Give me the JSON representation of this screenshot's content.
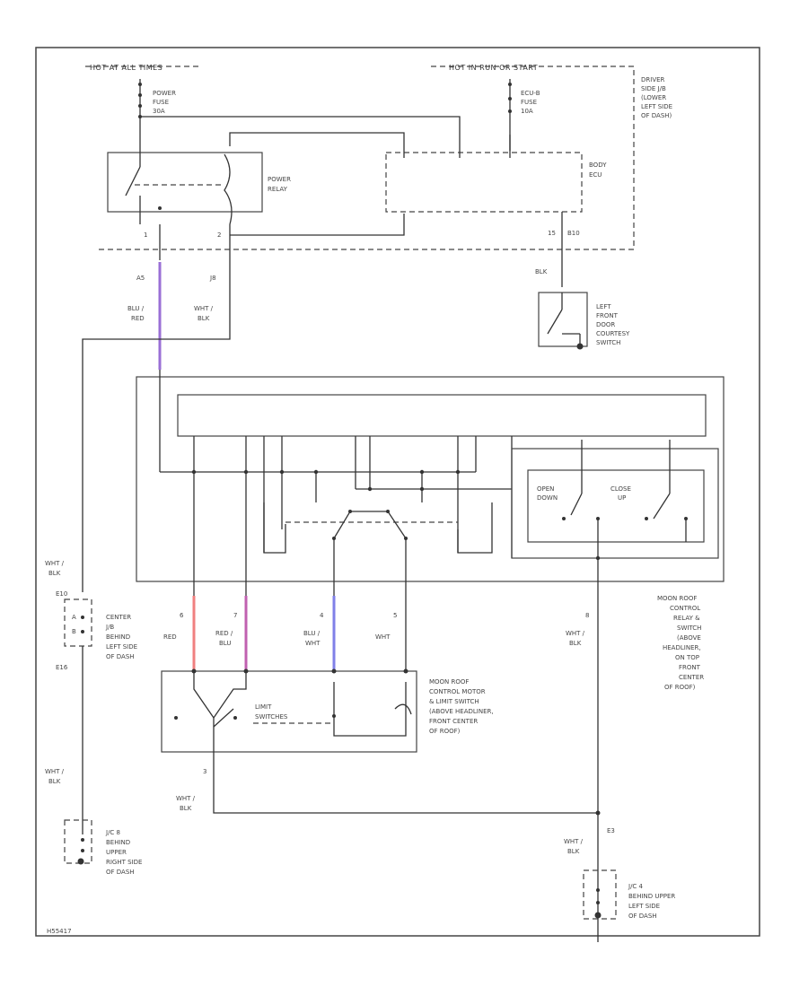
{
  "labels": {
    "hot_at_all_times": "HOT AT ALL TIMES",
    "hot_in_run": "HOT IN RUN OR START",
    "power_fuse": [
      "POWER",
      "FUSE",
      "30A"
    ],
    "ecu_b_fuse": [
      "ECU-B",
      "FUSE",
      "10A"
    ],
    "driver_jb": [
      "DRIVER",
      "SIDE J/B",
      "(LOWER",
      "LEFT SIDE",
      "OF DASH)"
    ],
    "power_relay": [
      "POWER",
      "RELAY"
    ],
    "body_ecu": [
      "BODY",
      "ECU"
    ],
    "door_switch": [
      "LEFT",
      "FRONT",
      "DOOR",
      "COURTESY",
      "SWITCH"
    ],
    "open_down": [
      "OPEN",
      "DOWN"
    ],
    "close_up": [
      "CLOSE",
      "UP"
    ],
    "control_relay": [
      "MOON ROOF",
      "CONTROL",
      "RELAY &",
      "SWITCH",
      "(ABOVE",
      "HEADLINER,",
      "ON TOP",
      "FRONT",
      "CENTER",
      "OF ROOF)"
    ],
    "center_jb": [
      "CENTER",
      "J/B",
      "BEHIND",
      "LEFT SIDE",
      "OF DASH"
    ],
    "motor": [
      "MOON ROOF",
      "CONTROL MOTOR",
      "& LIMIT SWITCH",
      "(ABOVE HEADLINER,",
      "FRONT CENTER",
      "OF ROOF)"
    ],
    "limit_switches": [
      "LIMIT",
      "SWITCHES"
    ],
    "jc_right": [
      "J/C 8",
      "BEHIND",
      "UPPER",
      "RIGHT SIDE",
      "OF DASH"
    ],
    "jc_left": [
      "J/C 4",
      "BEHIND UPPER",
      "LEFT SIDE",
      "OF DASH"
    ],
    "fig_code": "H55417"
  },
  "wires": {
    "blu_red": [
      "BLU /",
      "RED"
    ],
    "wht_blk": [
      "WHT /",
      "BLK"
    ],
    "blk": "BLK",
    "red": "RED",
    "red_blu": [
      "RED /",
      "BLU"
    ],
    "blu_wht": [
      "BLU /",
      "WHT"
    ],
    "wht": "WHT"
  },
  "pins": {
    "relay_1": "1",
    "relay_2": "2",
    "a5": "A5",
    "j8": "J8",
    "ecu_15": "15",
    "ecu_b10": "B10",
    "pin_6": "6",
    "pin_7": "7",
    "pin_4": "4",
    "pin_5": "5",
    "pin_8": "8",
    "pin_3": "3",
    "e10": "E10",
    "e8_left": "E16",
    "e3": "E3",
    "conn_a": "A",
    "conn_b": "B"
  },
  "colors": {
    "line": "#333333",
    "blu_red_wire": "#9a6fd6",
    "red_wire": "#f08080",
    "red_blu_wire": "#c060b0",
    "blu_wht_wire": "#8080e8"
  }
}
